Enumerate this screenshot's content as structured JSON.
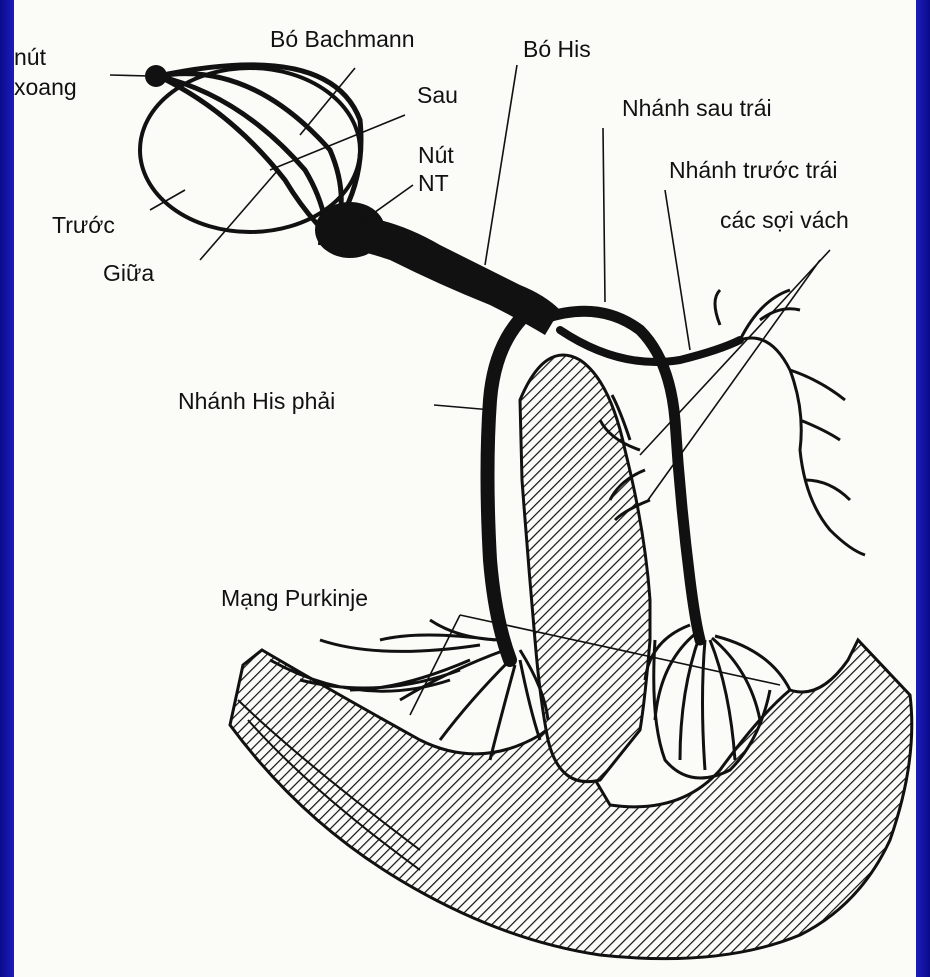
{
  "labels": {
    "sinus_node": [
      "nút",
      "xoang"
    ],
    "bachmann": "Bó Bachmann",
    "posterior": "Sau",
    "av_node": [
      "Nút",
      "NT"
    ],
    "anterior": "Trước",
    "middle": "Giữa",
    "his_bundle": "Bó His",
    "left_posterior": "Nhánh sau trái",
    "left_anterior": "Nhánh trước trái",
    "septal": "các sợi vách",
    "right_bundle": "Nhánh His phải",
    "purkinje": "Mạng Purkinje"
  },
  "colors": {
    "background": "#1a1ab4",
    "panel": "#fbfbf8",
    "ink": "#111111"
  }
}
